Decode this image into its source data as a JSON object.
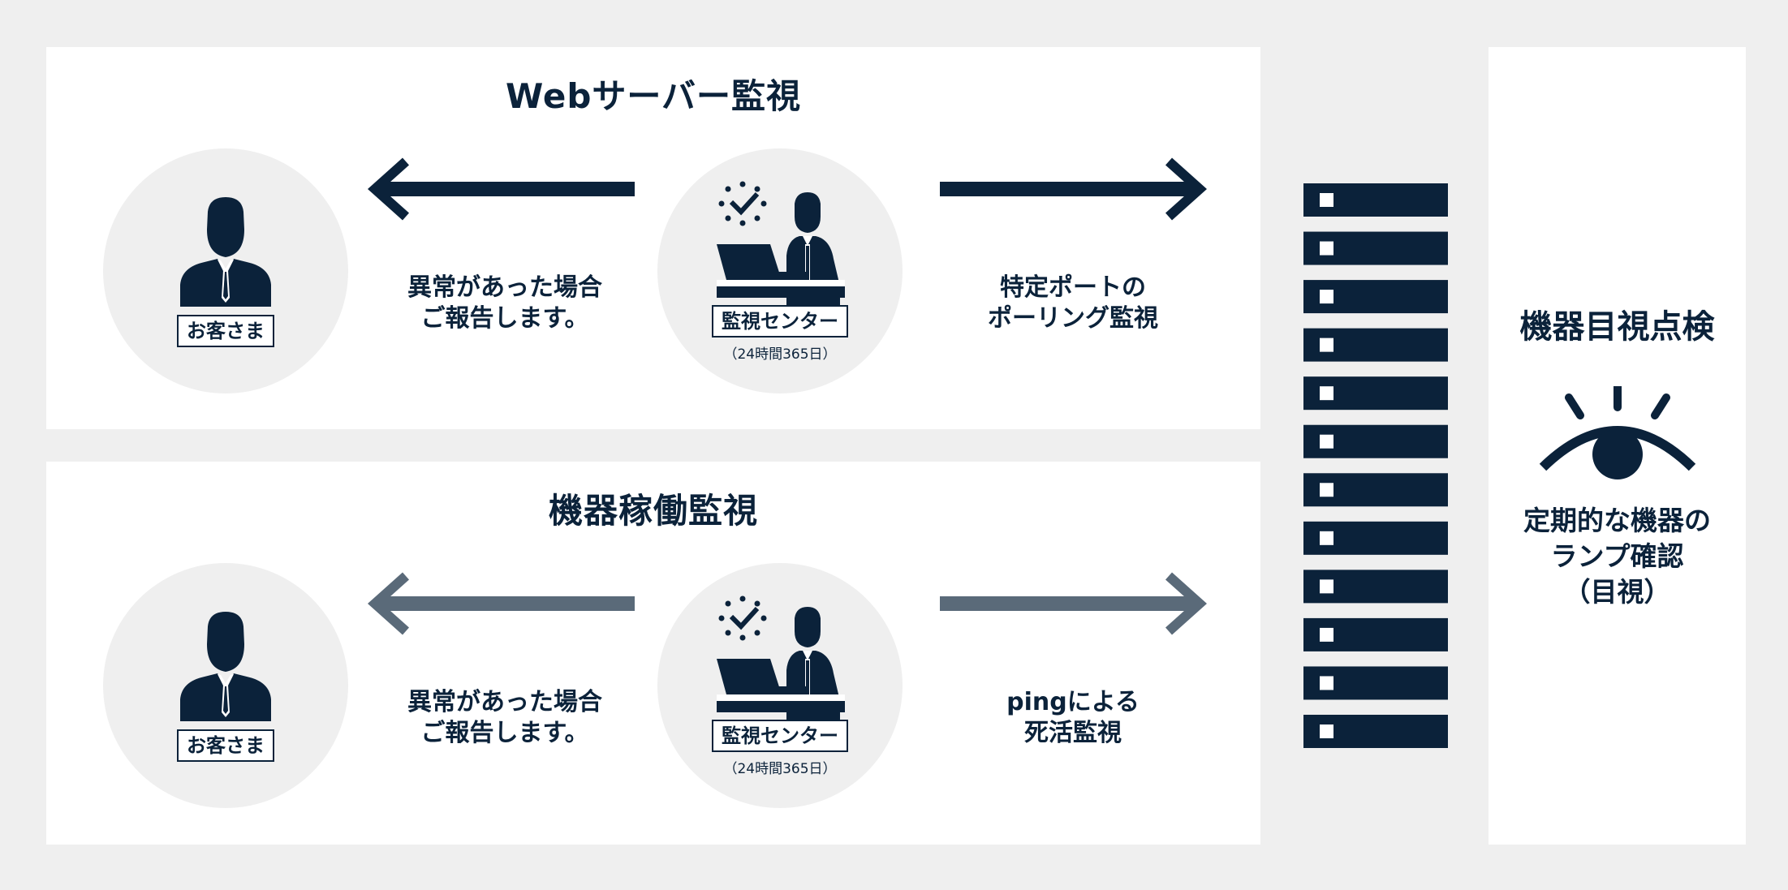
{
  "colors": {
    "background": "#efefef",
    "panel": "#ffffff",
    "navy": "#0b223a",
    "gray_arrow": "#5a6a79"
  },
  "web_monitoring": {
    "title": "Webサーバー監視",
    "customer_label": "お客さま",
    "center_label": "監視センター",
    "center_hours": "（24時間365日）",
    "left_caption": [
      "異常があった場合",
      "ご報告します。"
    ],
    "right_caption": [
      "特定ポートの",
      "ポーリング監視"
    ],
    "arrow_color": "navy"
  },
  "device_monitoring": {
    "title": "機器稼働監視",
    "customer_label": "お客さま",
    "center_label": "監視センター",
    "center_hours": "（24時間365日）",
    "left_caption": [
      "異常があった場合",
      "ご報告します。"
    ],
    "right_caption": [
      "pingによる",
      "死活監視"
    ],
    "arrow_color": "gray"
  },
  "server_rack": {
    "unit_count": 12
  },
  "visual_inspection": {
    "title": "機器目視点検",
    "caption": [
      "定期的な機器の",
      "ランプ確認",
      "（目視）"
    ]
  }
}
